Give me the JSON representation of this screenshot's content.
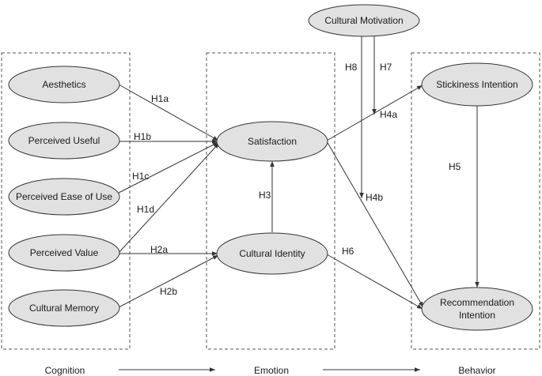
{
  "stages": {
    "cognition": "Cognition",
    "emotion": "Emotion",
    "behavior": "Behavior"
  },
  "nodes": {
    "aesthetics": "Aesthetics",
    "perceived_useful": "Perceived Useful",
    "perceived_ease_of_use": "Perceived Ease of Use",
    "perceived_value": "Perceived Value",
    "cultural_memory": "Cultural Memory",
    "satisfaction": "Satisfaction",
    "cultural_identity": "Cultural Identity",
    "cultural_motivation": "Cultural Motivation",
    "stickiness_intention": "Stickiness Intention",
    "recommendation_intention_line1": "Recommendation",
    "recommendation_intention_line2": "Intention"
  },
  "hypotheses": {
    "h1a": "H1a",
    "h1b": "H1b",
    "h1c": "H1c",
    "h1d": "H1d",
    "h2a": "H2a",
    "h2b": "H2b",
    "h3": "H3",
    "h4a": "H4a",
    "h4b": "H4b",
    "h5": "H5",
    "h6": "H6",
    "h7": "H7",
    "h8": "H8"
  }
}
